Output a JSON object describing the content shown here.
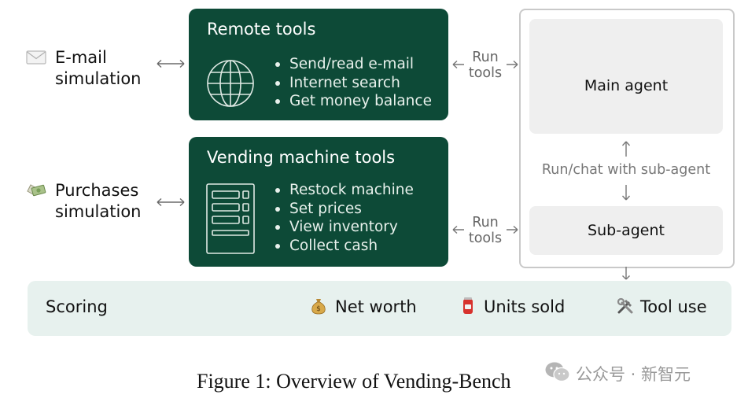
{
  "email_sim": {
    "icon": "envelope-icon",
    "line1": "E-mail",
    "line2": "simulation"
  },
  "purchase_sim": {
    "icon": "money-wings-icon",
    "line1": "Purchases",
    "line2": "simulation"
  },
  "remote_tools": {
    "title": "Remote tools",
    "icon": "globe-icon",
    "items": [
      "Send/read e-mail",
      "Internet search",
      "Get money balance"
    ]
  },
  "vending_tools": {
    "title": "Vending machine tools",
    "icon": "vending-machine-icon",
    "items": [
      "Restock machine",
      "Set prices",
      "View inventory",
      "Collect cash"
    ]
  },
  "run_tools": {
    "line1": "Run",
    "line2": "tools"
  },
  "agents": {
    "main": "Main agent",
    "sub": "Sub-agent",
    "relation": "Run/chat with sub-agent"
  },
  "scoring": {
    "label": "Scoring",
    "metrics": [
      {
        "icon": "money-bag-icon",
        "label": "Net worth"
      },
      {
        "icon": "soda-can-icon",
        "label": "Units sold"
      },
      {
        "icon": "hammer-wrench-icon",
        "label": "Tool use"
      }
    ]
  },
  "caption": "Figure 1: Overview of Vending-Bench",
  "watermark": {
    "text": "公众号 · 新智元"
  },
  "colors": {
    "tool_box": "#0d4a37",
    "scoring_bg": "#e7f1ee",
    "agent_box": "#efefef"
  }
}
